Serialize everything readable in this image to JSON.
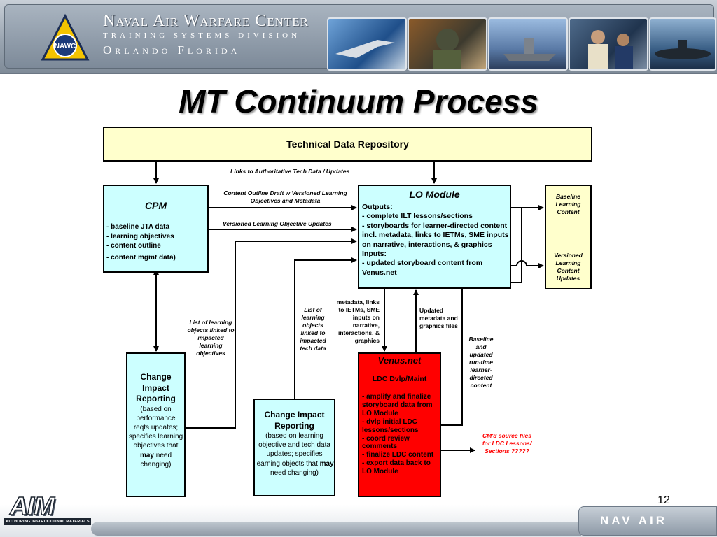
{
  "header": {
    "org_title": "Naval Air Warfare Center",
    "org_division": "TRAINING SYSTEMS DIVISION",
    "org_location": "Orlando Florida",
    "badge_text": "NAWC",
    "images": [
      "fighter-jet-photo",
      "pilot-photo",
      "ship-photo",
      "instructor-photo",
      "submarine-photo"
    ]
  },
  "title": "MT Continuum Process",
  "diagram": {
    "repository": "Technical Data Repository",
    "links_label": "Links to Authoritative Tech Data / Updates",
    "cpm": {
      "title": "CPM",
      "items": [
        "- baseline JTA data",
        "- learning objectives",
        "- content outline",
        "- content mgmt data)"
      ]
    },
    "arrow_labels": {
      "content_outline": "Content Outline Draft w Versioned Learning Objectives and Metadata",
      "versioned_updates": "Versioned Learning Objective Updates",
      "list_left": "List of learning objects linked to impacted learning objectives",
      "list_mid": "List of learning objects linked to impacted tech data",
      "metadata": "metadata, links to IETMs, SME inputs on narrative, interactions, & graphics",
      "updated_metadata": "Updated metadata and graphics files",
      "baseline_runtime": "Baseline and updated run-time learner-directed content",
      "cm_source": "CM'd source files for LDC Lessons/ Sections ?????"
    },
    "lo_module": {
      "title": "LO Module",
      "outputs_label": "Outputs",
      "outputs_items": [
        "- complete ILT lessons/sections",
        "- storyboards for learner-directed content incl. metadata, links to IETMs, SME inputs on narrative, interactions, & graphics"
      ],
      "inputs_label": "Inputs",
      "inputs_items": [
        "- updated storyboard content from Venus.net"
      ]
    },
    "baseline_box": {
      "top": "Baseline Learning Content",
      "bottom": "Versioned Learning Content Updates"
    },
    "change_impact_1": {
      "heading": "Change Impact Reporting",
      "body": "(based on performance reqts updates; specifies learning objectives that",
      "emph": "may",
      "tail": "need changing)"
    },
    "change_impact_2": {
      "heading": "Change Impact Reporting",
      "body": "(based on learning objective and tech data updates; specifies learning objects that",
      "emph": "may",
      "tail": "need changing)"
    },
    "venus": {
      "title": "Venus.net",
      "subtitle": "LDC Dvlp/Maint",
      "items": [
        "- amplify and finalize storyboard data from LO Module",
        "- dvlp initial LDC lessons/sections",
        "- coord review comments",
        "- finalize LDC content",
        "- export data back to LO Module"
      ]
    }
  },
  "footer": {
    "page_number": "12",
    "aim_logo": "AIM",
    "aim_tagline": "AUTHORING INSTRUCTIONAL MATERIALS",
    "navair_logo": "NAV AIR"
  },
  "colors": {
    "yellow_box": "#ffffcc",
    "cyan_box": "#ccffff",
    "venus_box": "#ff0000",
    "cm_label": "#ff0000"
  }
}
